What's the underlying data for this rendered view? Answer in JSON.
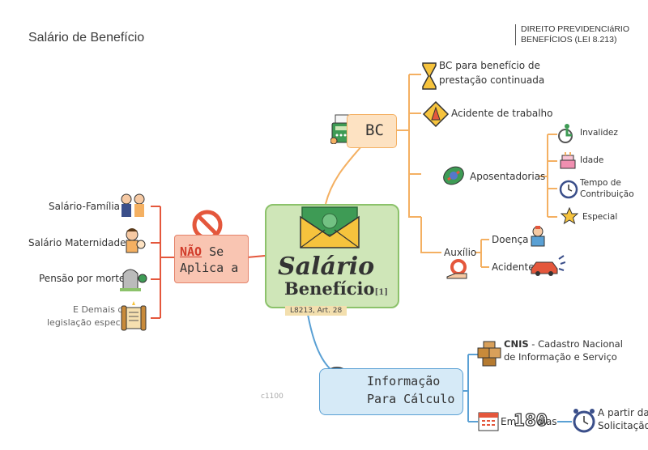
{
  "title": "Salário de Benefício",
  "header": {
    "line1": "DIREITO PREVIDENCIáRIO",
    "line2": "BENEFÍCIOS (LEI 8.213)"
  },
  "center": {
    "line1": "Salário",
    "line2": "Benefício",
    "sup": "[1]",
    "ref": "L8213, Art. 28"
  },
  "bc": {
    "label": "BC",
    "items": {
      "prestacao_line1": "BC para benefício de",
      "prestacao_line2": "prestação continuada",
      "acidente_trabalho": "Acidente de trabalho",
      "aposentadorias": "Aposentadorias",
      "invalidez": "Invalidez",
      "idade": "Idade",
      "tempo_line1": "Tempo de",
      "tempo_line2": "Contribuição",
      "especial": "Especial",
      "auxilio": "Auxílio",
      "doenca": "Doença",
      "acidente": "Acidente"
    }
  },
  "nao": {
    "word": "NÃO",
    "rest1": "Se",
    "line2": "Aplica a"
  },
  "left_items": {
    "familia": "Salário-Família",
    "maternidade": "Salário Maternidade",
    "pensao": "Pensão por morte",
    "demais1": "E Demais de",
    "demais2": "legislação especial"
  },
  "info": {
    "line1": "Informação",
    "line2": "Para Cálculo",
    "cnis_bold": "CNIS",
    "cnis_rest": " - Cadastro Nacional",
    "cnis_line2": "de Informação e Serviço",
    "em": "Em",
    "dias_num": "180",
    "dias": "dias",
    "partir1": "A partir da",
    "partir2": "Solicitação"
  },
  "watermark": "c1100",
  "colors": {
    "orange": "#f4b062",
    "red": "#e4573c",
    "green": "#8cc26b",
    "blue": "#5aa0d4"
  }
}
